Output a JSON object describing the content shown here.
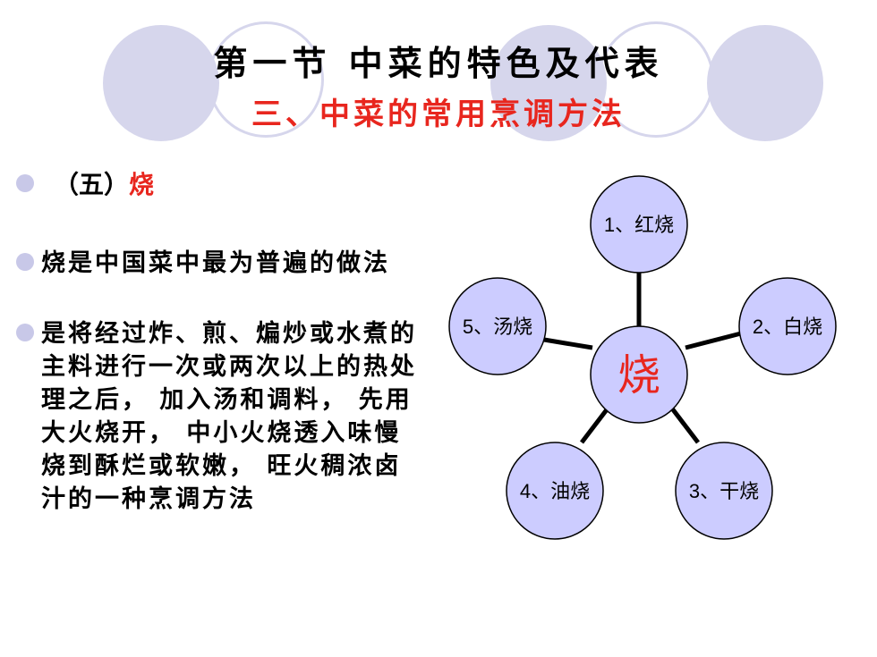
{
  "slide": {
    "title": "第一节   中菜的特色及代表",
    "subtitle": "三、中菜的常用烹调方法"
  },
  "content": {
    "heading_prefix": "（五）",
    "heading_highlight": "烧",
    "paragraph1": "烧是中国菜中最为普遍的做法",
    "paragraph2": "是将经过炸、煎、煸炒或水煮的主料进行一次或两次以上的热处理之后， 加入汤和调料，  先用大火烧开， 中小火烧透入味慢烧到酥烂或软嫩， 旺火稠浓卤汁的一种烹调方法"
  },
  "diagram": {
    "center": "烧",
    "nodes": [
      "1、红烧",
      "2、白烧",
      "3、干烧",
      "4、油烧",
      "5、汤烧"
    ]
  },
  "colors": {
    "accent_red": "#e8261e",
    "node_fill": "#ccccff",
    "decor": "#d6d6ec"
  }
}
